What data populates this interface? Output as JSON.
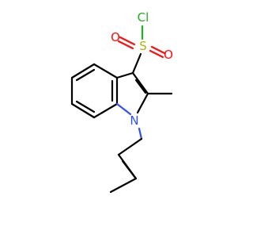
{
  "molecule": {
    "atoms": {
      "chlorine": {
        "label": "Cl",
        "color": "#1fb01f"
      },
      "sulfur": {
        "label": "S",
        "color": "#b2b200"
      },
      "oxygen_1": {
        "label": "O",
        "color": "#ff0d0d"
      },
      "oxygen_2": {
        "label": "O",
        "color": "#ff0d0d"
      },
      "nitrogen": {
        "label": "N",
        "color": "#3050f8"
      }
    }
  }
}
